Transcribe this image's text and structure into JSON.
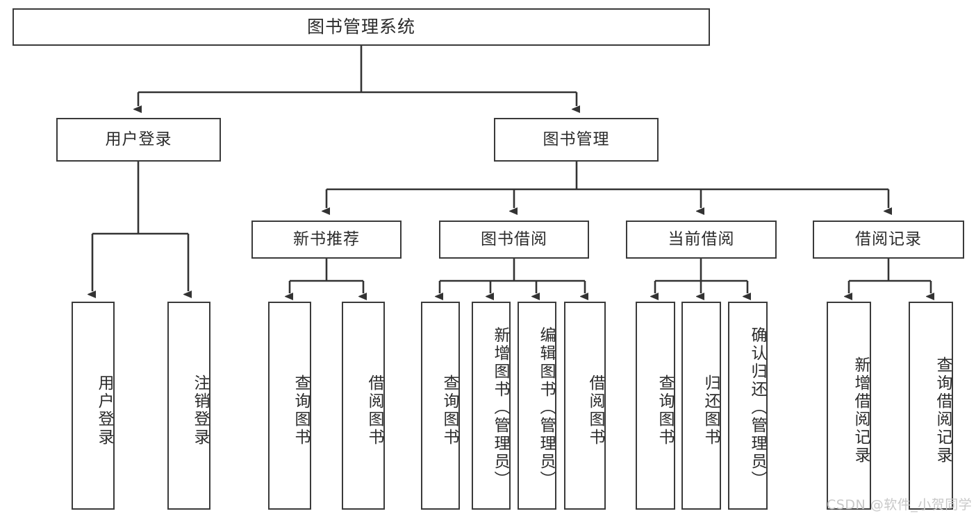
{
  "diagram": {
    "type": "hierarchy-tree",
    "title": "图书管理系统",
    "root": {
      "label": "图书管理系统",
      "children": [
        {
          "label": "用户登录",
          "children": [
            {
              "label": "用户登录"
            },
            {
              "label": "注销登录"
            }
          ]
        },
        {
          "label": "图书管理",
          "children": [
            {
              "label": "新书推荐",
              "children": [
                {
                  "label": "查询图书"
                },
                {
                  "label": "借阅图书"
                }
              ]
            },
            {
              "label": "图书借阅",
              "children": [
                {
                  "label": "查询图书"
                },
                {
                  "label": "新增图书（管理员）"
                },
                {
                  "label": "编辑图书（管理员）"
                },
                {
                  "label": "借阅图书"
                }
              ]
            },
            {
              "label": "当前借阅",
              "children": [
                {
                  "label": "查询图书"
                },
                {
                  "label": "归还图书"
                },
                {
                  "label": "确认归还（管理员）"
                }
              ]
            },
            {
              "label": "借阅记录",
              "children": [
                {
                  "label": "新增借阅记录"
                },
                {
                  "label": "查询借阅记录"
                }
              ]
            }
          ]
        }
      ]
    },
    "nodes": {
      "root": "图书管理系统",
      "l1_user_login": "用户登录",
      "l1_book_mgmt": "图书管理",
      "l2_user_login": "用户登录",
      "l2_logout": "注销登录",
      "l2_new_book_rec": "新书推荐",
      "l2_book_borrow": "图书借阅",
      "l2_current_borrow": "当前借阅",
      "l2_borrow_record": "借阅记录",
      "l3_rec_query": "查询图书",
      "l3_rec_borrow": "借阅图书",
      "l3_borrow_query": "查询图书",
      "l3_borrow_add": "新增图书（管理员）",
      "l3_borrow_edit": "编辑图书（管理员）",
      "l3_borrow_lend": "借阅图书",
      "l3_cur_query": "查询图书",
      "l3_cur_return": "归还图书",
      "l3_cur_confirm": "确认归还（管理员）",
      "l3_rec_add": "新增借阅记录",
      "l3_rec_query2": "查询借阅记录"
    },
    "colors": {
      "box_border": "#3a3a3a",
      "box_fill": "#ffffff",
      "connector": "#333333",
      "text": "#2b2b2b",
      "watermark": "#c8c8c8",
      "background": "#ffffff"
    }
  },
  "watermark": {
    "text": "CSDN @软件_小贺同学"
  }
}
